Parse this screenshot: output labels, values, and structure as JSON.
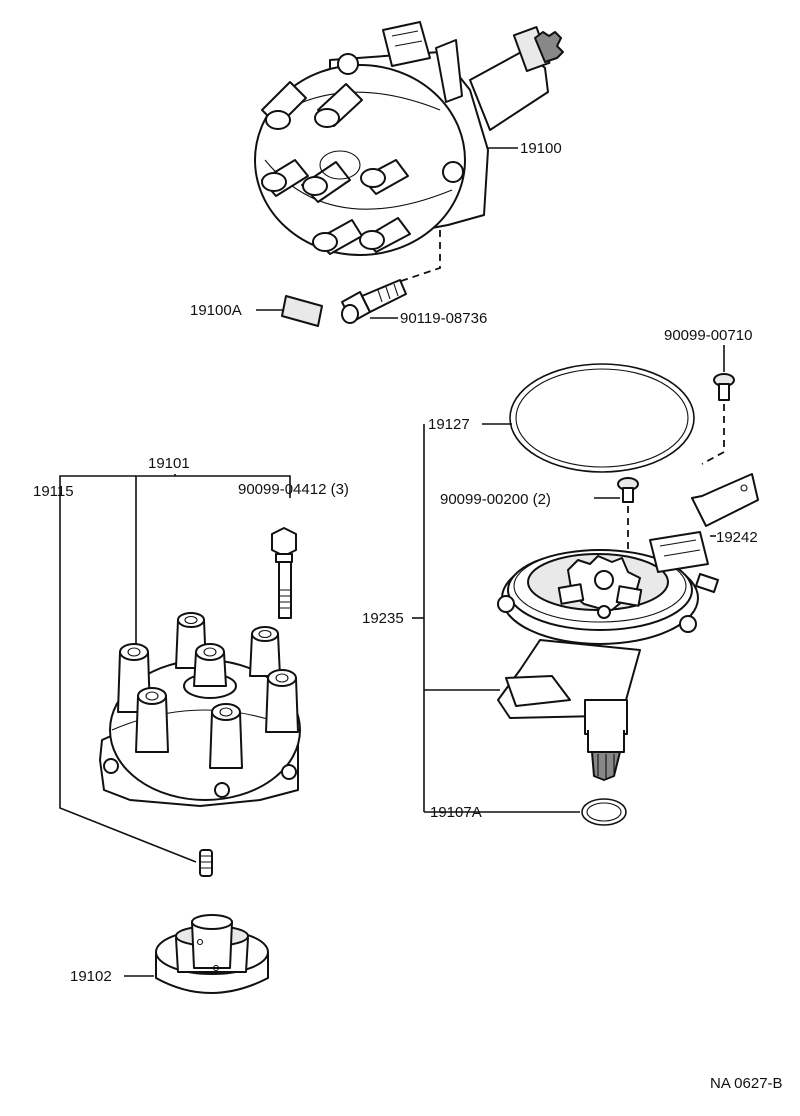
{
  "diagram": {
    "labels": {
      "p19100": "19100",
      "p19100A": "19100A",
      "p90119": "90119-08736",
      "p90099_00710": "90099-00710",
      "p19127": "19127",
      "p19101": "19101",
      "p19115": "19115",
      "p90099_04412": "90099-04412 (3)",
      "p90099_00200": "90099-00200 (2)",
      "p19242": "19242",
      "p19235": "19235",
      "p19107A": "19107A",
      "p19102": "19102",
      "ref": "NA 0627-B"
    }
  }
}
